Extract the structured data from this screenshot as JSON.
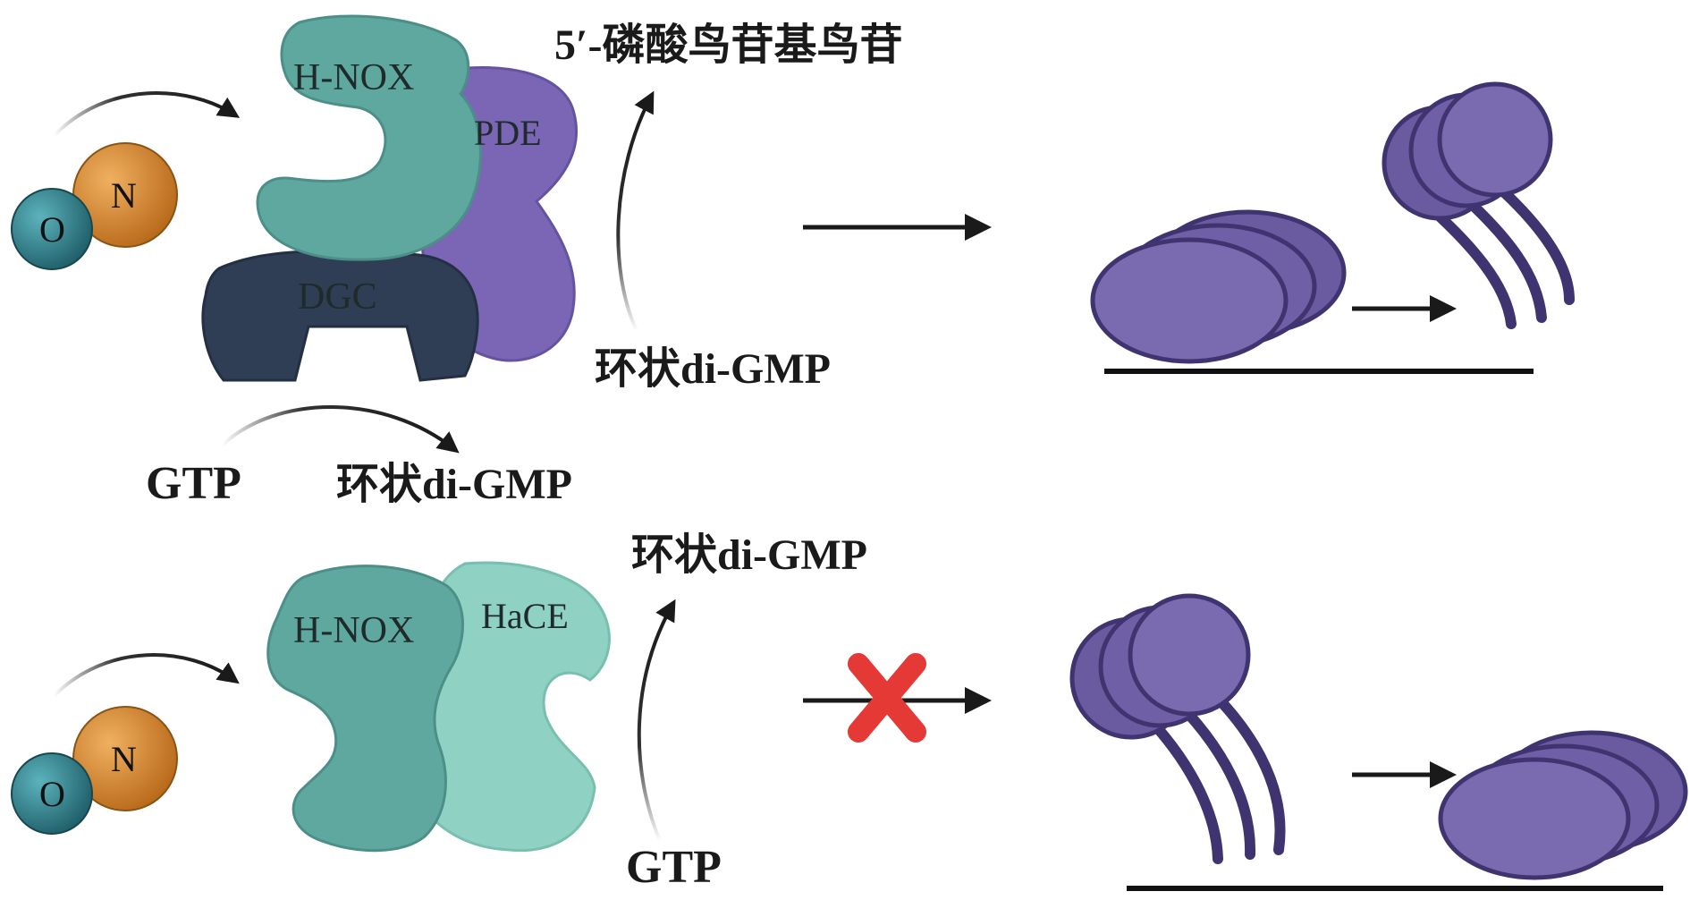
{
  "colors": {
    "hnox": "#5fa8a0",
    "hnox_dark": "#4f978f",
    "pde": "#7a66b5",
    "dgc": "#2f3e55",
    "hace": "#8fd1c2",
    "oxygen": "#2a7f8a",
    "nitrogen": "#d58a2e",
    "flagellum": "#6a5aa0",
    "flagellum_dark": "#3f3470",
    "red_x": "#e53935"
  },
  "top_panel": {
    "atom_o": "O",
    "atom_n": "N",
    "hnox_label": "H-NOX",
    "pde_label": "PDE",
    "dgc_label": "DGC",
    "product_label": "5′-磷酸鸟苷基鸟苷",
    "substrate_label": "环状di-GMP",
    "gtp_label": "GTP",
    "cdg_label": "环状di-GMP"
  },
  "bottom_panel": {
    "atom_o": "O",
    "atom_n": "N",
    "hnox_label": "H-NOX",
    "hace_label": "HaCE",
    "product_label": "环状di-GMP",
    "substrate_label": "GTP"
  },
  "icons": {
    "nitric_oxide": "nitric-oxide-molecule-icon",
    "flagellar_motor": "flagellar-motor-icon",
    "inhibition": "red-x-icon"
  }
}
